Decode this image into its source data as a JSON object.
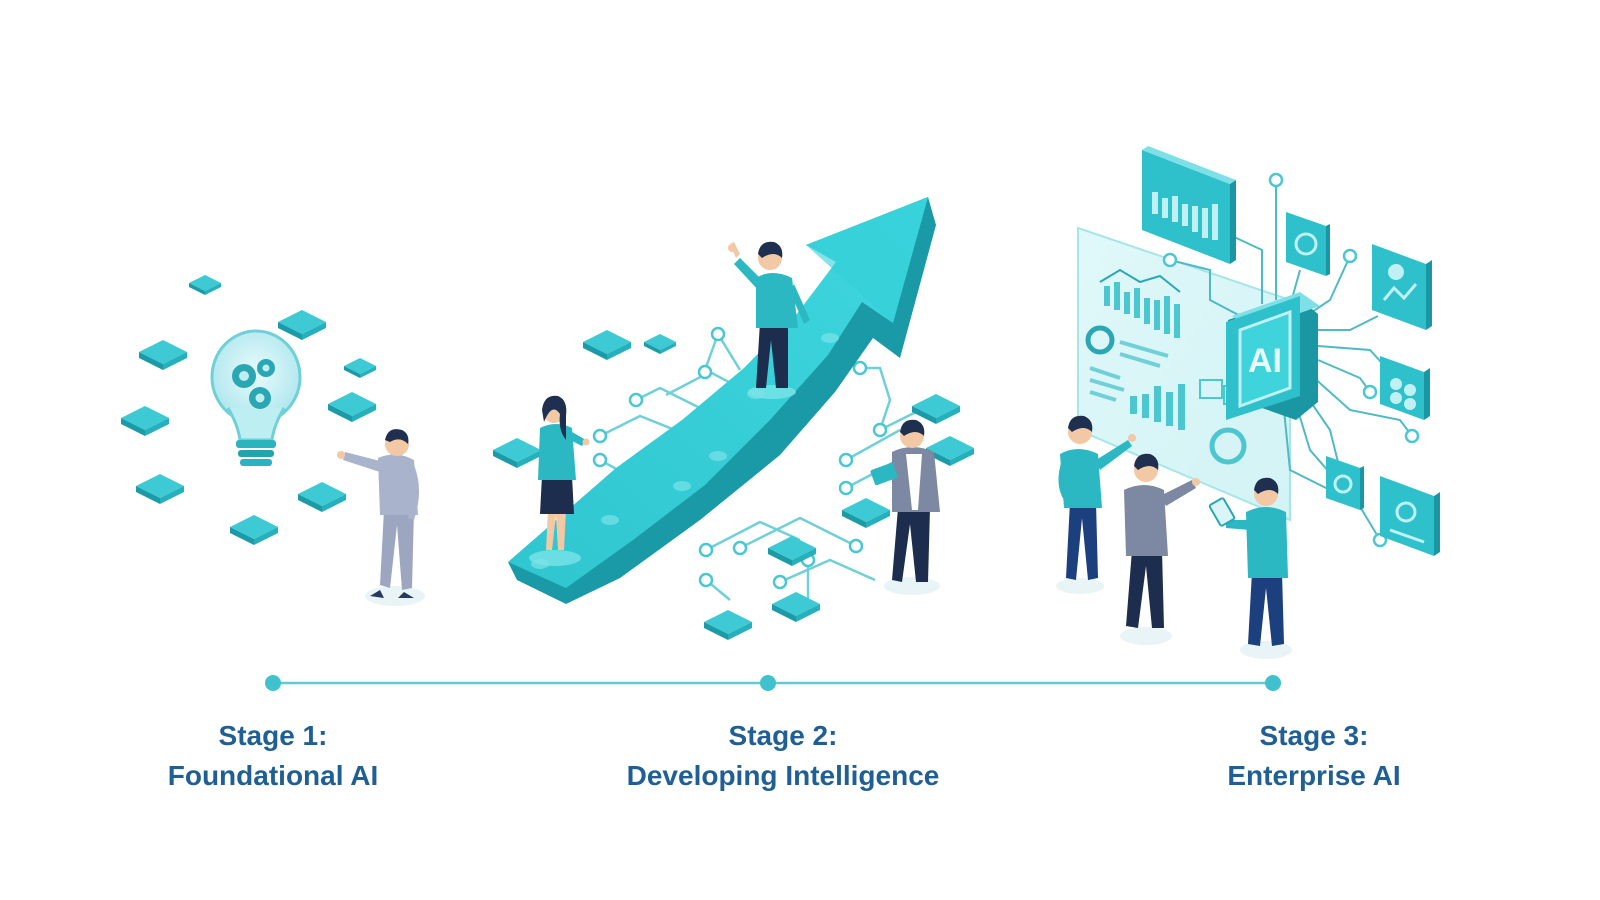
{
  "stages": [
    {
      "title": "Stage 1:",
      "subtitle": "Foundational AI"
    },
    {
      "title": "Stage 2:",
      "subtitle": "Developing Intelligence"
    },
    {
      "title": "Stage 3:",
      "subtitle": "Enterprise AI"
    }
  ],
  "badge": {
    "text": "AI"
  },
  "colors": {
    "accent": "#22c3cf",
    "accent_dark": "#1a97a3",
    "accent_light": "#9fe6ea",
    "label_text": "#1f5f93",
    "timeline": "#62c8d3"
  },
  "icons": {
    "stage_1": "lightbulb-gears-icon",
    "stage_2": "growth-arrow-icon",
    "stage_3": "ai-chip-dashboard-icon"
  }
}
